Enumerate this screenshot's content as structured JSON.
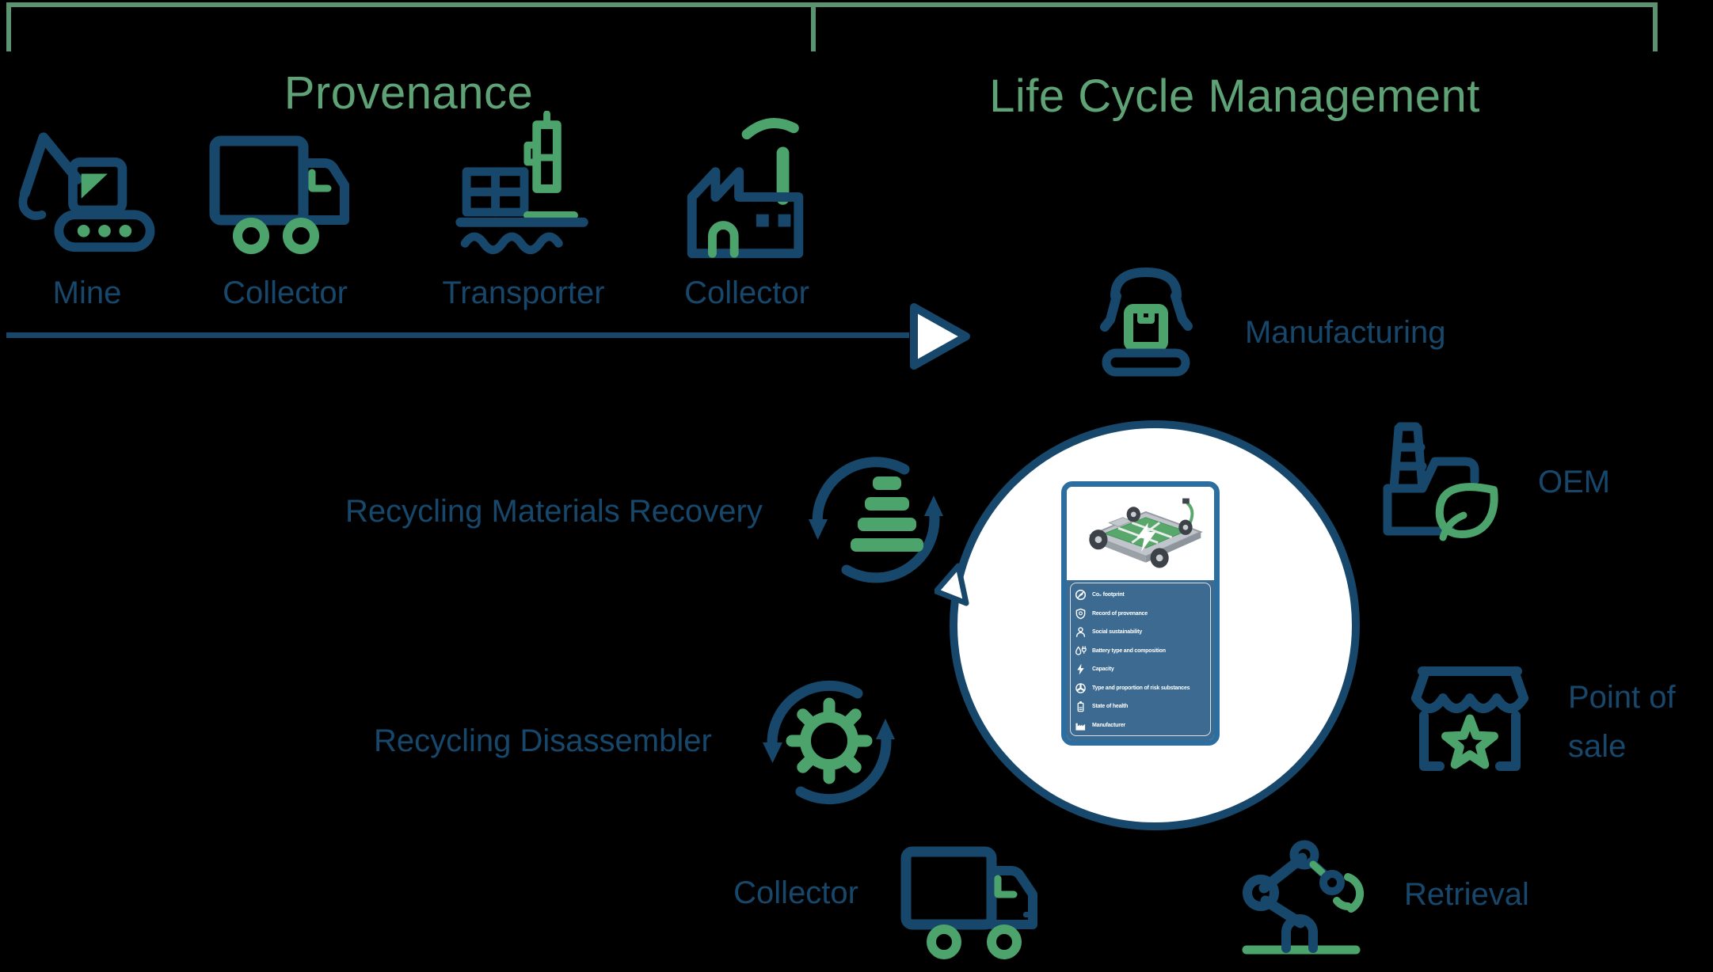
{
  "colors": {
    "background": "#000000",
    "navy": "#17486C",
    "green": "#4DA36C",
    "bracket_green": "#5C9370",
    "title_green": "#5EA276",
    "card_blue": "#3C6A90",
    "card_border": "#2D6EA1"
  },
  "headers": {
    "provenance": "Provenance",
    "lifecycle": "Life Cycle Management"
  },
  "provenance_chain": [
    {
      "label": "Mine",
      "icon": "excavator-icon"
    },
    {
      "label": "Collector",
      "icon": "box-truck-icon"
    },
    {
      "label": "Transporter",
      "icon": "port-crane-icon"
    },
    {
      "label": "Collector",
      "icon": "factory-icon"
    }
  ],
  "lifecycle_stages": {
    "manufacturing": {
      "label": "Manufacturing",
      "icon": "claw-machine-icon"
    },
    "oem": {
      "label": "OEM",
      "icon": "factory-leaf-icon"
    },
    "point_of_sale": {
      "label": "Point of sale",
      "icon": "storefront-star-icon"
    },
    "retrieval": {
      "label": "Retrieval",
      "icon": "robot-arm-icon"
    },
    "collector": {
      "label": "Collector",
      "icon": "delivery-truck-icon"
    },
    "recycling_disassembler": {
      "label": "Recycling Disassembler",
      "icon": "recycle-gear-icon"
    },
    "recycling_materials_recovery": {
      "label": "Recycling Materials Recovery",
      "icon": "recycle-stack-icon"
    }
  },
  "battery_passport": {
    "items": [
      {
        "label": "Co₂ footprint",
        "icon": "co2-ban-icon"
      },
      {
        "label": "Record of provenance",
        "icon": "shield-icon"
      },
      {
        "label": "Social sustainability",
        "icon": "person-icon"
      },
      {
        "label": "Battery type and composition",
        "icon": "droplet-plug-icon"
      },
      {
        "label": "Capacity",
        "icon": "bolt-icon"
      },
      {
        "label": "Type and proportion of risk substances",
        "icon": "radiation-icon"
      },
      {
        "label": "State of health",
        "icon": "battery-icon"
      },
      {
        "label": "Manufacturer",
        "icon": "factory-small-icon"
      }
    ]
  }
}
